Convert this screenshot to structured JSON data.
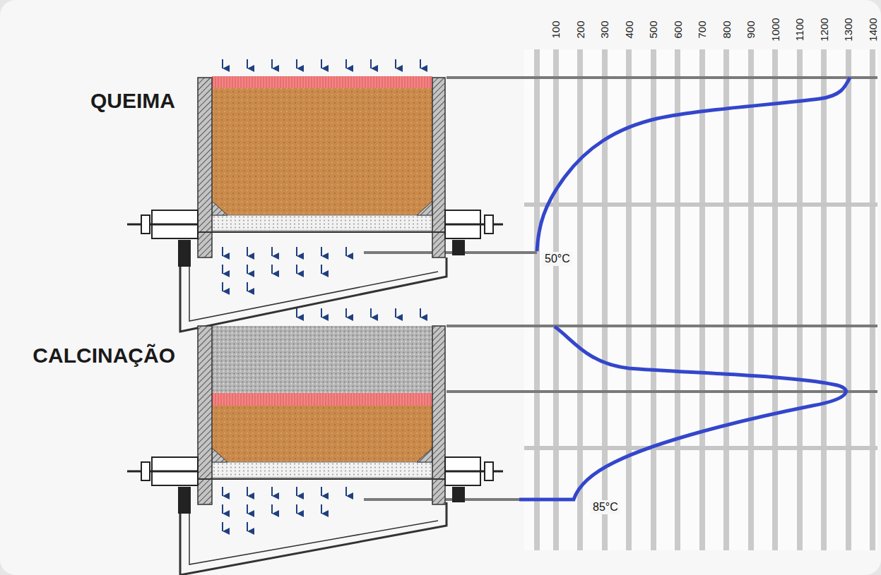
{
  "diagram": {
    "labels": [
      "QUEIMA",
      "CALCINAÇÃO",
      "100",
      "200",
      "300",
      "400",
      "500",
      "600",
      "700",
      "800",
      "900",
      "1000",
      "1100",
      "1200",
      "1300",
      "1400",
      "50°C",
      "85°C"
    ]
  }
}
